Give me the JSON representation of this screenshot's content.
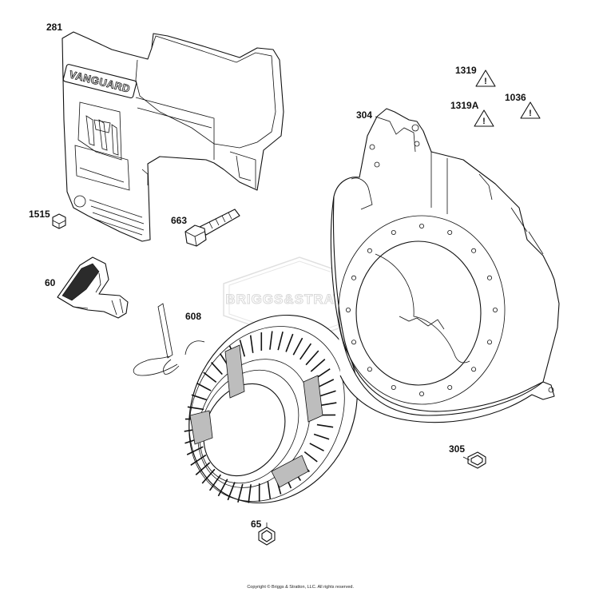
{
  "callouts": {
    "p281": "281",
    "p1515": "1515",
    "p663": "663",
    "p60": "60",
    "p608": "608",
    "p304": "304",
    "p1319": "1319",
    "p1319A": "1319A",
    "p1036": "1036",
    "p305": "305",
    "p65": "65"
  },
  "logo_text": "VANGUARD",
  "watermark_text": "BRIGGS&STRATTON",
  "copyright": "Copyright © Briggs & Stratton, LLC. All rights reserved.",
  "warning_symbol": "!",
  "colors": {
    "line": "#111111",
    "watermark": "#d8d8d8",
    "background": "#ffffff"
  }
}
